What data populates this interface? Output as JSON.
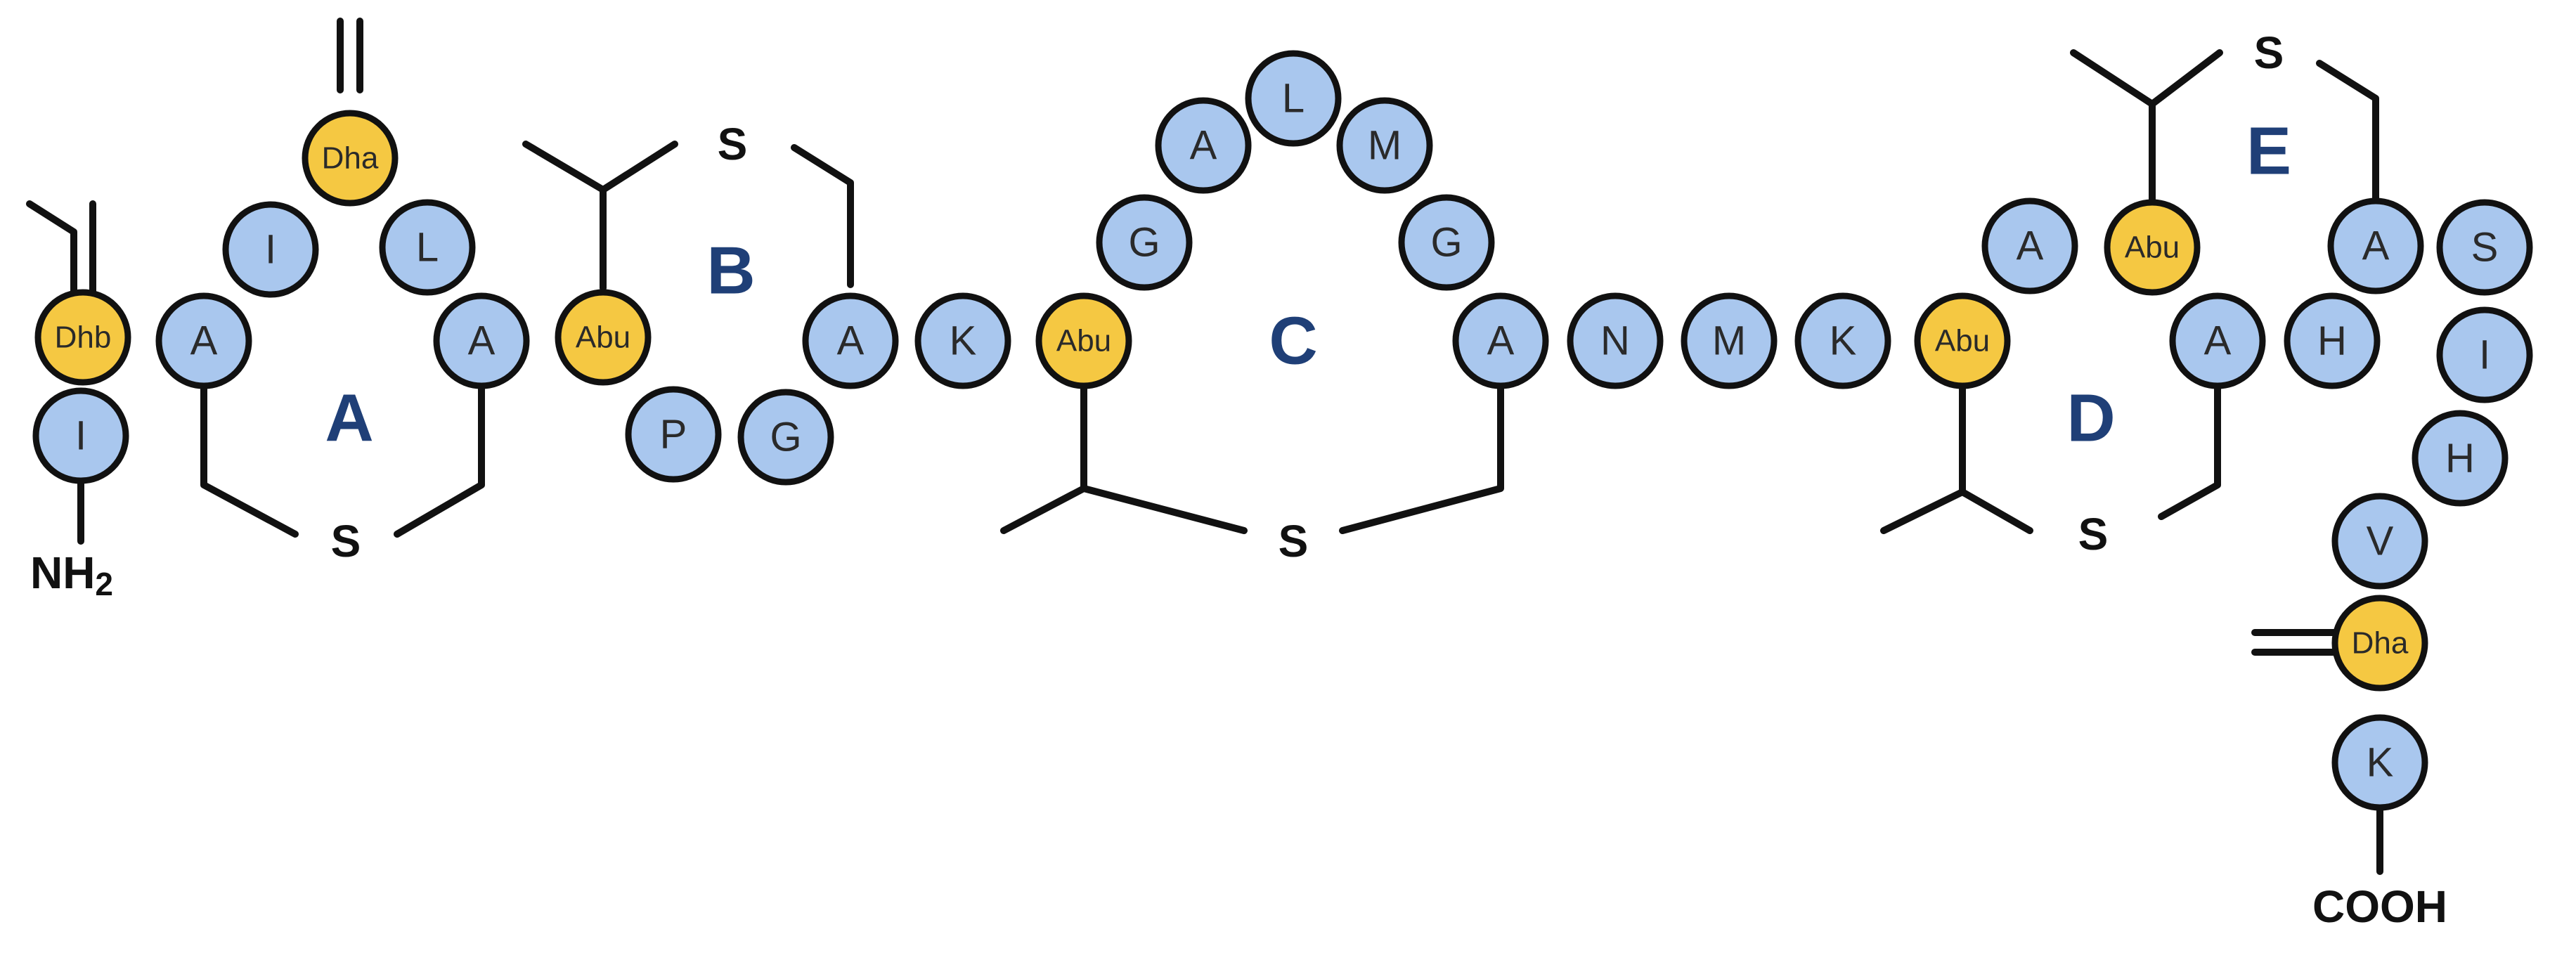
{
  "colors": {
    "standard_residue": "#a9c7ee",
    "modified_residue": "#f5c842",
    "outline": "#111111",
    "ring_label": "#1f3f77"
  },
  "residues": [
    {
      "id": "r1",
      "label": "I",
      "kind": "standard"
    },
    {
      "id": "r2",
      "label": "Dhb",
      "kind": "modified"
    },
    {
      "id": "r3",
      "label": "A",
      "kind": "standard"
    },
    {
      "id": "r4",
      "label": "I",
      "kind": "standard"
    },
    {
      "id": "r5",
      "label": "Dha",
      "kind": "modified"
    },
    {
      "id": "r6",
      "label": "L",
      "kind": "standard"
    },
    {
      "id": "r7",
      "label": "A",
      "kind": "standard"
    },
    {
      "id": "r8",
      "label": "Abu",
      "kind": "modified"
    },
    {
      "id": "r9",
      "label": "P",
      "kind": "standard"
    },
    {
      "id": "r10",
      "label": "G",
      "kind": "standard"
    },
    {
      "id": "r11",
      "label": "A",
      "kind": "standard"
    },
    {
      "id": "r12",
      "label": "K",
      "kind": "standard"
    },
    {
      "id": "r13",
      "label": "Abu",
      "kind": "modified"
    },
    {
      "id": "r14",
      "label": "G",
      "kind": "standard"
    },
    {
      "id": "r15",
      "label": "A",
      "kind": "standard"
    },
    {
      "id": "r16",
      "label": "L",
      "kind": "standard"
    },
    {
      "id": "r17",
      "label": "M",
      "kind": "standard"
    },
    {
      "id": "r18",
      "label": "G",
      "kind": "standard"
    },
    {
      "id": "r19",
      "label": "A",
      "kind": "standard"
    },
    {
      "id": "r20",
      "label": "N",
      "kind": "standard"
    },
    {
      "id": "r21",
      "label": "M",
      "kind": "standard"
    },
    {
      "id": "r22",
      "label": "K",
      "kind": "standard"
    },
    {
      "id": "r23",
      "label": "Abu",
      "kind": "modified"
    },
    {
      "id": "r24",
      "label": "A",
      "kind": "standard"
    },
    {
      "id": "r25",
      "label": "Abu",
      "kind": "modified"
    },
    {
      "id": "r26",
      "label": "A",
      "kind": "standard"
    },
    {
      "id": "r27",
      "label": "H",
      "kind": "standard"
    },
    {
      "id": "r28",
      "label": "A",
      "kind": "standard"
    },
    {
      "id": "r29",
      "label": "S",
      "kind": "standard"
    },
    {
      "id": "r30",
      "label": "I",
      "kind": "standard"
    },
    {
      "id": "r31",
      "label": "H",
      "kind": "standard"
    },
    {
      "id": "r32",
      "label": "V",
      "kind": "standard"
    },
    {
      "id": "r33",
      "label": "Dha",
      "kind": "modified"
    },
    {
      "id": "r34",
      "label": "K",
      "kind": "standard"
    }
  ],
  "rings": [
    {
      "id": "ringA",
      "label": "A"
    },
    {
      "id": "ringB",
      "label": "B"
    },
    {
      "id": "ringC",
      "label": "C"
    },
    {
      "id": "ringD",
      "label": "D"
    },
    {
      "id": "ringE",
      "label": "E"
    }
  ],
  "atoms": [
    {
      "id": "nh2",
      "label": "NH",
      "subscript": "2"
    },
    {
      "id": "cooh",
      "label": "COOH"
    },
    {
      "id": "sA",
      "label": "S"
    },
    {
      "id": "sB",
      "label": "S"
    },
    {
      "id": "sC",
      "label": "S"
    },
    {
      "id": "sD",
      "label": "S"
    },
    {
      "id": "sE",
      "label": "S"
    }
  ]
}
